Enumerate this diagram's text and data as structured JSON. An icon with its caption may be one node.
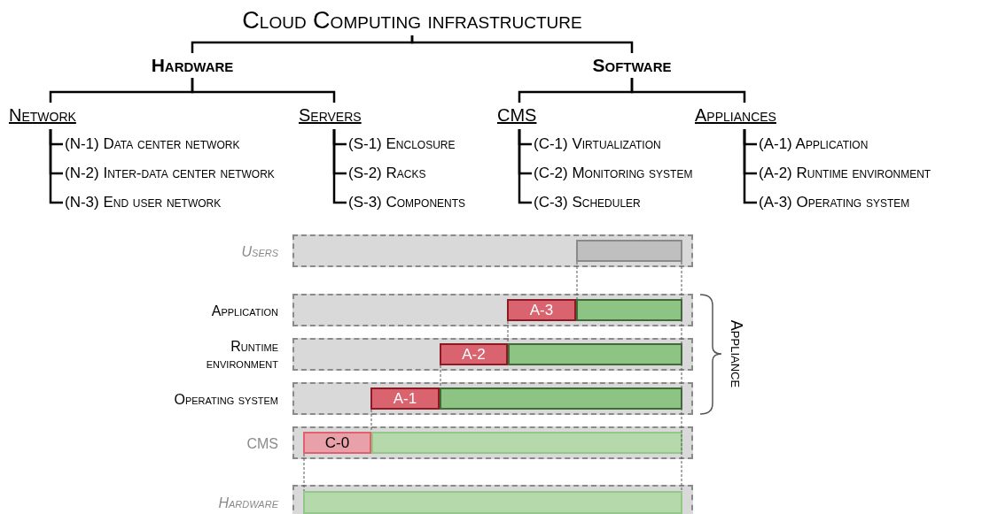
{
  "diagram": {
    "nodes": [
      {
        "text": [
          "Cloud Computing infrastructure"
        ]
      },
      {
        "text": [
          "Hardware"
        ]
      },
      {
        "text": [
          "Software"
        ]
      },
      {
        "text": [
          "Network"
        ]
      },
      {
        "text": [
          "Servers"
        ]
      },
      {
        "text": [
          "CMS"
        ]
      },
      {
        "text": [
          "Appliances"
        ]
      },
      {
        "text": [
          "(N-1) Data center network"
        ]
      },
      {
        "text": [
          "(N-2) Inter-data center network"
        ]
      },
      {
        "text": [
          "(N-3) End user network"
        ]
      },
      {
        "text": [
          "(S-1) Enclosure"
        ]
      },
      {
        "text": [
          "(S-2) Racks"
        ]
      },
      {
        "text": [
          "(S-3) Components"
        ]
      },
      {
        "text": [
          "(C-1) Virtualization"
        ]
      },
      {
        "text": [
          "(C-2) Monitoring system"
        ]
      },
      {
        "text": [
          "(C-3) Scheduler"
        ]
      },
      {
        "text": [
          "(A-1) Application"
        ]
      },
      {
        "text": [
          "(A-2) Runtime environment"
        ]
      },
      {
        "text": [
          "(A-3) Operating system"
        ]
      },
      {
        "text": [
          "Users"
        ]
      },
      {
        "text": [],
        "shape": "bar",
        "in": 19
      },
      {
        "text": [
          "Application"
        ]
      },
      {
        "text": [
          "A-3"
        ],
        "in": 21
      },
      {
        "text": [],
        "shape": "bar",
        "in": 21
      },
      {
        "text": [
          "Runtime environment"
        ]
      },
      {
        "text": [
          "A-2"
        ],
        "in": 24
      },
      {
        "text": [],
        "shape": "bar",
        "in": 24
      },
      {
        "text": [
          "Operating system"
        ]
      },
      {
        "text": [
          "A-1"
        ],
        "in": 27
      },
      {
        "text": [],
        "shape": "bar",
        "in": 27
      },
      {
        "text": [
          "CMS"
        ]
      },
      {
        "text": [
          "C-0"
        ],
        "in": 30
      },
      {
        "text": [],
        "shape": "bar",
        "in": 30
      },
      {
        "text": [
          "Hardware"
        ]
      },
      {
        "text": [],
        "shape": "bar",
        "in": 33
      }
    ],
    "edges": [
      {
        "from": 0,
        "to": 1,
        "arrow": "none"
      },
      {
        "from": 0,
        "to": 2,
        "arrow": "none"
      },
      {
        "from": 1,
        "to": 3,
        "arrow": "none"
      },
      {
        "from": 1,
        "to": 4,
        "arrow": "none"
      },
      {
        "from": 2,
        "to": 5,
        "arrow": "none"
      },
      {
        "from": 2,
        "to": 6,
        "arrow": "none"
      },
      {
        "from": 3,
        "to": 7,
        "arrow": "none"
      },
      {
        "from": 3,
        "to": 8,
        "arrow": "none"
      },
      {
        "from": 3,
        "to": 9,
        "arrow": "none"
      },
      {
        "from": 4,
        "to": 10,
        "arrow": "none"
      },
      {
        "from": 4,
        "to": 11,
        "arrow": "none"
      },
      {
        "from": 4,
        "to": 12,
        "arrow": "none"
      },
      {
        "from": 5,
        "to": 13,
        "arrow": "none"
      },
      {
        "from": 5,
        "to": 14,
        "arrow": "none"
      },
      {
        "from": 5,
        "to": 15,
        "arrow": "none"
      },
      {
        "from": 6,
        "to": 16,
        "arrow": "none"
      },
      {
        "from": 6,
        "to": 17,
        "arrow": "none"
      },
      {
        "from": 6,
        "to": 18,
        "arrow": "none"
      },
      {
        "from": 20,
        "to": 22,
        "arrow": "none",
        "style": "dashed",
        "color": "#595959"
      },
      {
        "from": 22,
        "to": 25,
        "arrow": "none",
        "style": "dashed",
        "color": "#595959"
      },
      {
        "from": 25,
        "to": 28,
        "arrow": "none",
        "style": "dashed",
        "color": "#595959"
      },
      {
        "from": 28,
        "to": 31,
        "arrow": "none",
        "style": "dashed",
        "color": "#595959"
      },
      {
        "from": 31,
        "to": 34,
        "arrow": "none",
        "style": "dashed",
        "color": "#595959"
      },
      {
        "from": 20,
        "to": 34,
        "arrow": "none",
        "style": "dashed",
        "color": "#595959"
      }
    ],
    "labels": [
      "Appliance"
    ]
  }
}
